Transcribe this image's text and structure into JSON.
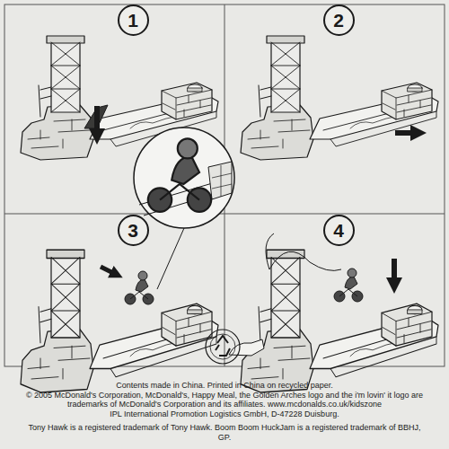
{
  "diagram": {
    "nodes": [
      {
        "text": [
          "1"
        ]
      },
      {
        "text": [
          "2"
        ]
      },
      {
        "text": [
          "3"
        ]
      },
      {
        "text": [
          "4"
        ]
      }
    ],
    "labels": [
      "Contents made in China. Printed in China on recycled paper.",
      "© 2005 McDonald's Corporation, McDonald's, Happy Meal, the Golden Arches logo and the i'm lovin' it logo are trademarks of McDonald's Corporation and its affiliates. www.mcdonalds.co.uk/kidszone",
      "IPL International Promotion Logistics GmbH, D-47228 Duisburg.",
      "Tony Hawk is a registered trademark of Tony Hawk. Boom Boom HuckJam is a registered trademark of BBHJ, GP."
    ]
  }
}
